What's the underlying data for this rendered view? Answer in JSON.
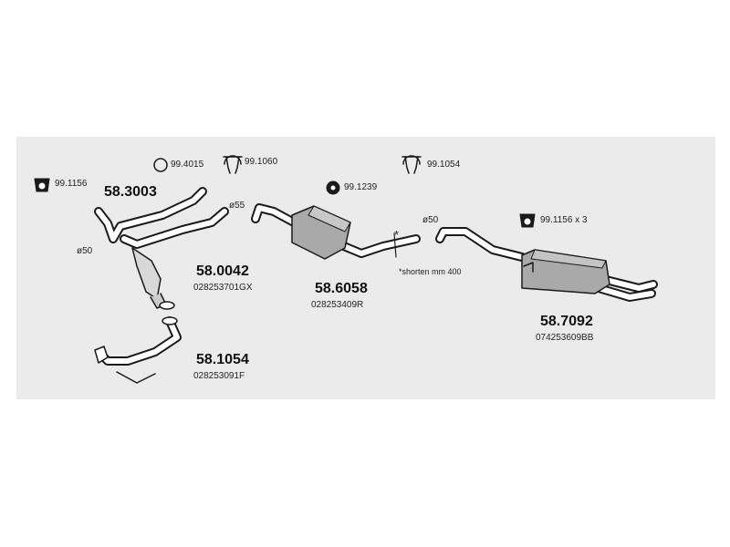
{
  "parts": [
    {
      "number": "58.3003"
    },
    {
      "number": "58.0042",
      "oem": "028253701GX"
    },
    {
      "number": "58.1054",
      "oem": "028253091F"
    },
    {
      "number": "58.6058",
      "oem": "028253409R"
    },
    {
      "number": "58.7092",
      "oem": "074253609BB"
    }
  ],
  "accessories": [
    {
      "code": "99.1156",
      "icon": "rubber-hanger-icon"
    },
    {
      "code": "99.4015",
      "icon": "ring-gasket-icon"
    },
    {
      "code": "99.1060",
      "icon": "clamp-icon"
    },
    {
      "code": "99.1239",
      "icon": "mounting-rubber-icon"
    },
    {
      "code": "99.1054",
      "icon": "clamp-icon"
    },
    {
      "code": "99.1156 x 3",
      "icon": "rubber-hanger-icon"
    }
  ],
  "diameters": {
    "d1": "ø50",
    "d2": "ø55",
    "d3": "ø50"
  },
  "notes": {
    "asterisk": "*",
    "shorten": "*shorten mm 400"
  }
}
